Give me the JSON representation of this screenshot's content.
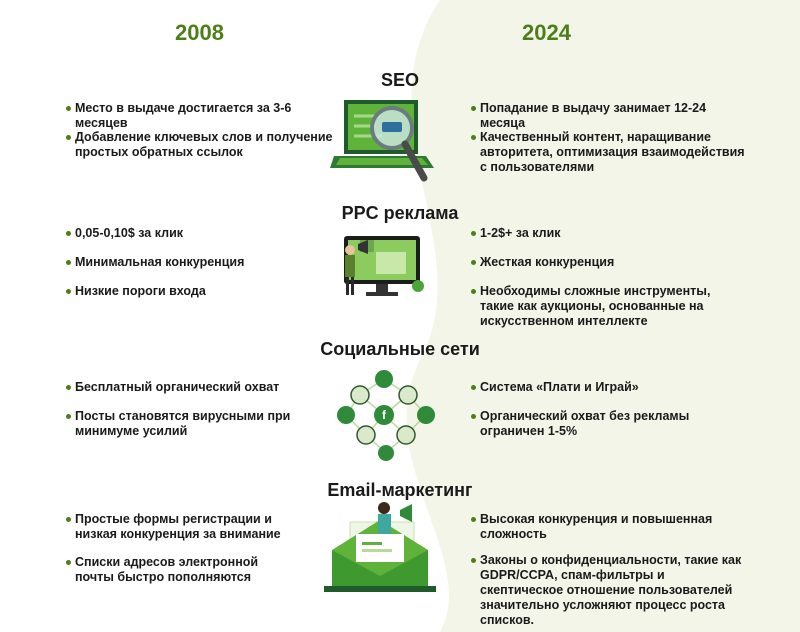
{
  "years": {
    "left": "2008",
    "right": "2024"
  },
  "colors": {
    "accent": "#4d7f19",
    "bullet": "#4d7f19",
    "right_bg": "#f3f5e8",
    "icon_green": "#5fb33a"
  },
  "sections": [
    {
      "title": "SEO",
      "icon": "seo-laptop-magnifier-icon",
      "left": [
        "Место в выдаче достигается за 3-6 месяцев",
        "Добавление ключевых слов и получение простых обратных ссылок"
      ],
      "right": [
        "Попадание в выдачу занимает 12-24 месяца",
        "Качественный контент, наращивание авторитета, оптимизация взаимодействия с пользователями"
      ]
    },
    {
      "title": "PPC реклама",
      "icon": "ppc-monitor-megaphone-icon",
      "left": [
        "0,05-0,10$ за клик",
        "Минимальная конкуренция",
        "Низкие пороги входа"
      ],
      "right": [
        "1-2$+ за клик",
        "Жесткая конкуренция",
        "Необходимы сложные инструменты, такие как аукционы, основанные на искусственном интеллекте"
      ]
    },
    {
      "title": "Социальные сети",
      "icon": "social-network-icon",
      "left": [
        "Бесплатный органический охват",
        "Посты становятся вирусными при минимуме усилий"
      ],
      "right": [
        "Система «Плати и Играй»",
        "Органический охват без рекламы ограничен 1-5%"
      ]
    },
    {
      "title": "Email-маркетинг",
      "icon": "email-envelope-icon",
      "left": [
        "Простые формы регистрации и низкая конкуренция за внимание",
        "Списки адресов электронной почты быстро пополняются"
      ],
      "right": [
        "Высокая конкуренция и повышенная сложность",
        "Законы о конфиденциальности, такие как GDPR/CCPA, спам-фильтры и скептическое отношение пользователей значительно усложняют процесс роста списков."
      ]
    }
  ]
}
